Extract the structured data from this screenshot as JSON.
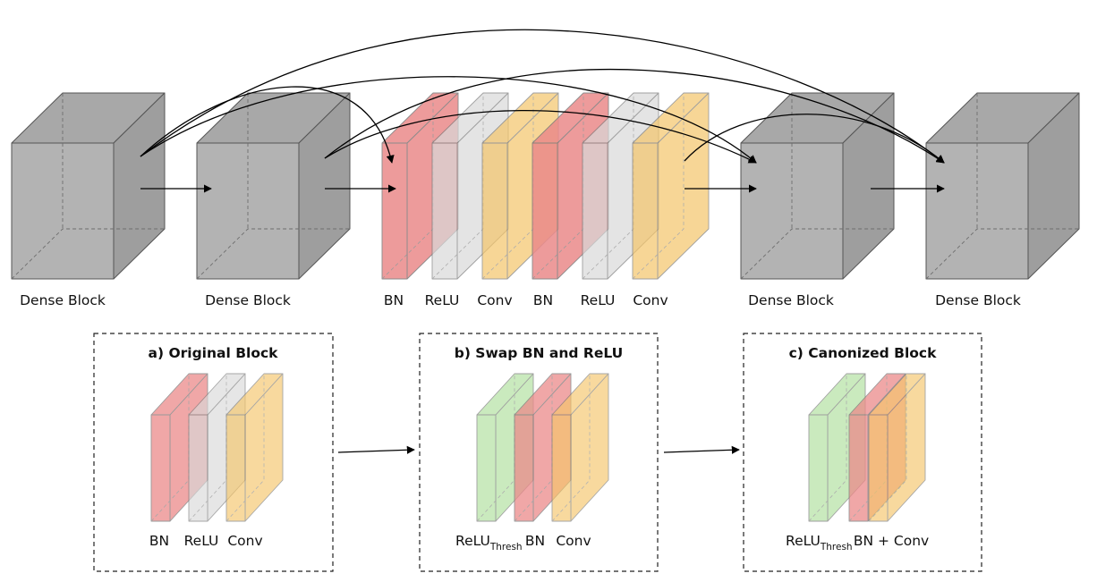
{
  "colors": {
    "block_front": "#b3b3b3",
    "block_top": "#a8a8a8",
    "block_side": "#9e9e9e",
    "bn": "#eb8a8a",
    "relu": "#d9d9d9",
    "conv": "#f5c66b",
    "relu_thresh": "#b5e2a3"
  },
  "top_row": {
    "block1_label": "Dense Block",
    "block2_label": "Dense Block",
    "block3_label": "Dense Block",
    "block4_label": "Dense Block",
    "layers": [
      "BN",
      "ReLU",
      "Conv",
      "BN",
      "ReLU",
      "Conv"
    ]
  },
  "panels": {
    "a": {
      "title": "a) Original Block",
      "labels": [
        "BN",
        "ReLU",
        "Conv"
      ]
    },
    "b": {
      "title": "b) Swap BN and ReLU",
      "relu_main": "ReLU",
      "relu_sub": "Thresh",
      "labels": [
        "BN",
        "Conv"
      ]
    },
    "c": {
      "title": "c) Canonized Block",
      "relu_main": "ReLU",
      "relu_sub": "Thresh",
      "labels": [
        "BN + Conv"
      ]
    }
  }
}
